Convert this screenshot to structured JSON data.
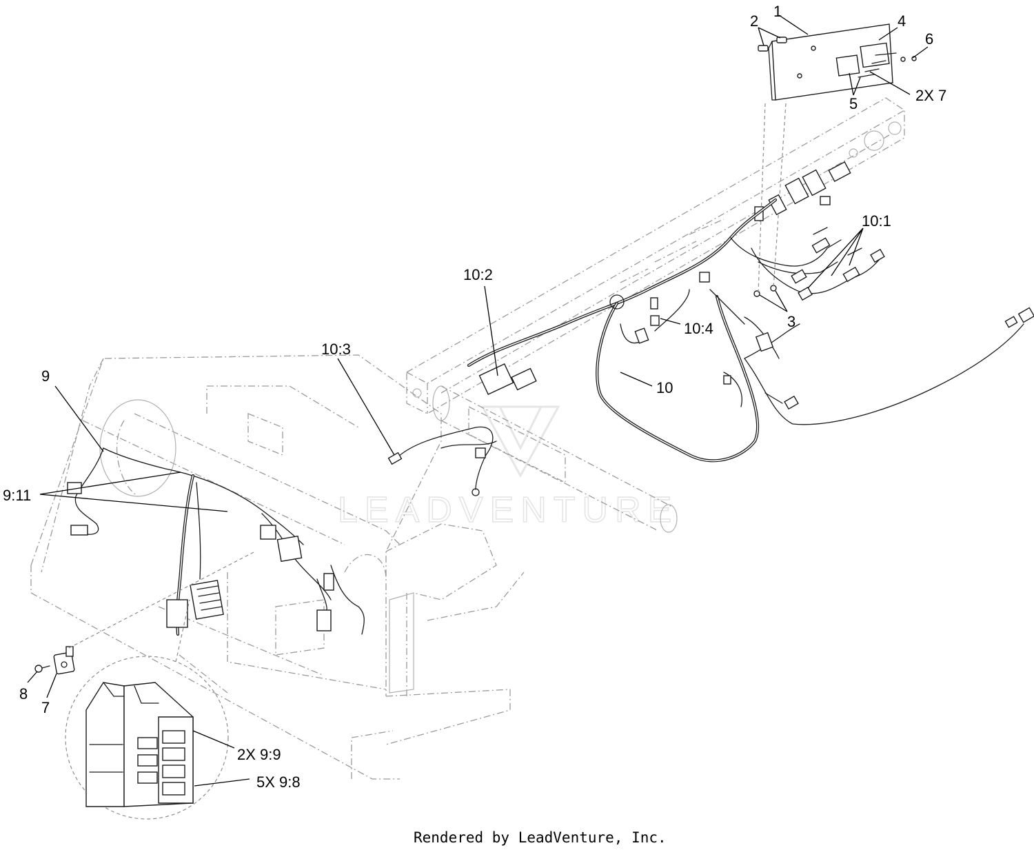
{
  "watermark": "LEADVENTURE",
  "footer": "Rendered by LeadVenture, Inc.",
  "callouts": {
    "c1": "1",
    "c2": "2",
    "c3": "3",
    "c4": "4",
    "c5": "5",
    "c6": "6",
    "c7": "7",
    "c8": "8",
    "c9": "9",
    "c10": "10",
    "c10_1": "10:1",
    "c10_2": "10:2",
    "c10_3": "10:3",
    "c10_4": "10:4",
    "c9_11": "9:11",
    "c2x7": "2X 7",
    "c2x9_9": "2X 9:9",
    "c5x9_8": "5X 9:8"
  }
}
